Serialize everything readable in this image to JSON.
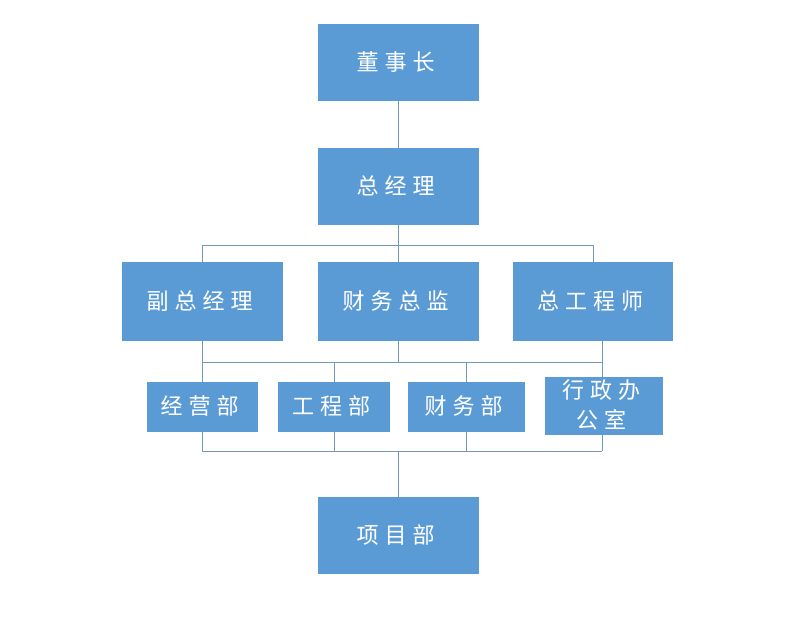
{
  "colors": {
    "node_fill": "#5b9bd5",
    "node_text": "#ffffff",
    "connector": "#7698b8",
    "background": "#ffffff"
  },
  "nodes": {
    "chairman": {
      "label": "董事长"
    },
    "general_manager": {
      "label": "总经理"
    },
    "deputy_general_manager": {
      "label": "副总经理"
    },
    "finance_director": {
      "label": "财务总监"
    },
    "chief_engineer": {
      "label": "总工程师"
    },
    "operations_dept": {
      "label": "经营部"
    },
    "engineering_dept": {
      "label": "工程部"
    },
    "finance_dept": {
      "label": "财务部"
    },
    "admin_office": {
      "label": "行政办公室"
    },
    "project_dept": {
      "label": "项目部"
    }
  },
  "edges": [
    {
      "from": [
        "chairman"
      ],
      "to": [
        "general_manager"
      ]
    },
    {
      "from": [
        "general_manager"
      ],
      "to": [
        "deputy_general_manager",
        "finance_director",
        "chief_engineer"
      ]
    },
    {
      "from": [
        "deputy_general_manager",
        "finance_director",
        "chief_engineer"
      ],
      "to": [
        "operations_dept",
        "engineering_dept",
        "finance_dept",
        "admin_office"
      ]
    },
    {
      "from": [
        "operations_dept",
        "engineering_dept",
        "finance_dept",
        "admin_office"
      ],
      "to": [
        "project_dept"
      ]
    }
  ]
}
